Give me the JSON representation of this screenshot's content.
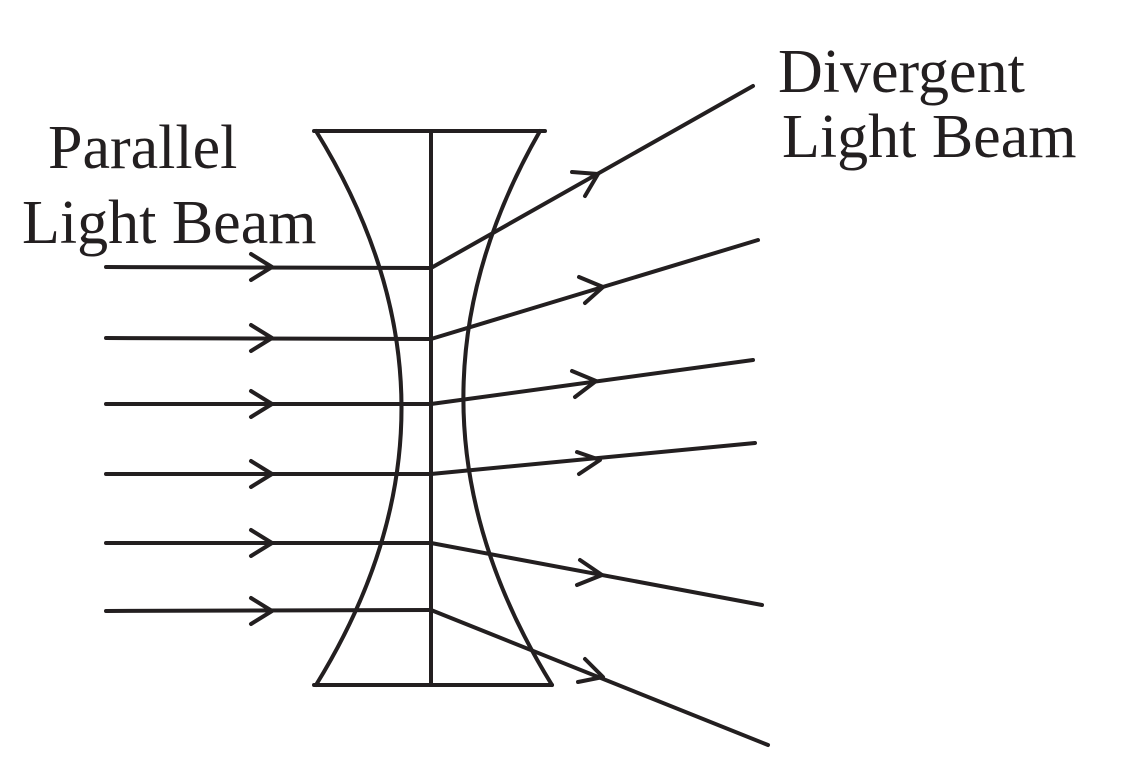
{
  "labels": {
    "parallel_line1": "Parallel",
    "parallel_line2": "Light Beam",
    "divergent_line1": "Divergent",
    "divergent_line2": "Light Beam"
  },
  "colors": {
    "ink": "#231f20",
    "background": "#ffffff"
  },
  "ray_count": 6
}
